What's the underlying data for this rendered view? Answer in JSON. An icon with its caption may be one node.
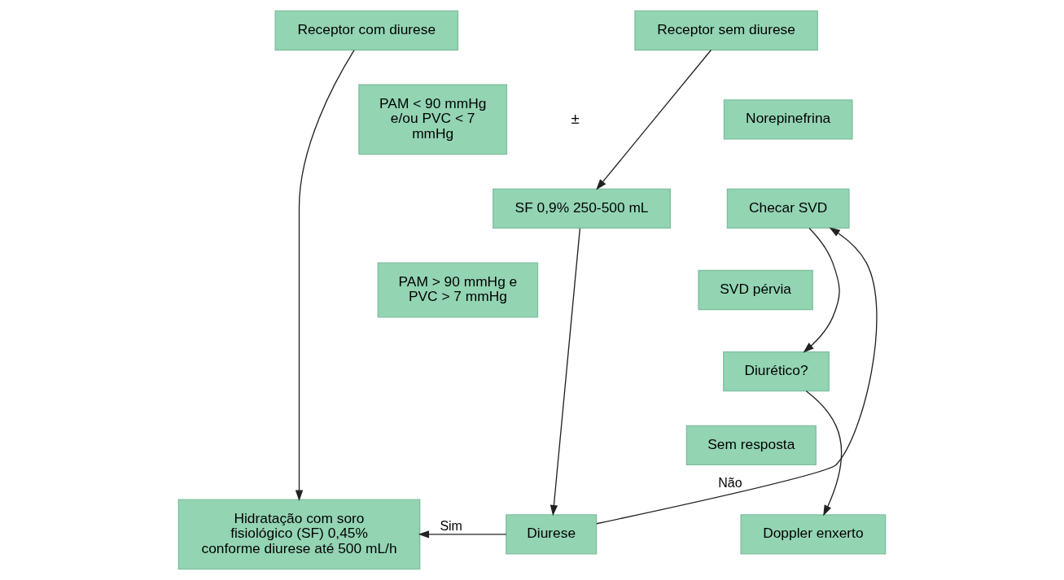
{
  "diagram": {
    "nodes": [
      {
        "text": [
          "Receptor com diurese"
        ]
      },
      {
        "text": [
          "Receptor sem diurese"
        ]
      },
      {
        "text": [
          "PAM < 90 mmHg e/ou PVC < 7 mmHg"
        ]
      },
      {
        "text": [
          "Norepinefrina"
        ]
      },
      {
        "text": [
          "SF 0,9% 250-500 mL"
        ]
      },
      {
        "text": [
          "Checar SVD"
        ]
      },
      {
        "text": [
          "SVD pérvia"
        ]
      },
      {
        "text": [
          "PAM > 90 mmHg e PVC > 7 mmHg"
        ]
      },
      {
        "text": [
          "Diurético?"
        ]
      },
      {
        "text": [
          "Sem resposta"
        ]
      },
      {
        "text": [
          "Hidratação com soro fisiológico (SF) 0,45% conforme diurese até 500 mL/h"
        ]
      },
      {
        "text": [
          "Diurese"
        ]
      },
      {
        "text": [
          "Doppler enxerto"
        ]
      }
    ],
    "edges": [
      {
        "from": 0,
        "to": 10,
        "arrow": "to"
      },
      {
        "from": 1,
        "to": 4,
        "arrow": "to"
      },
      {
        "from": 4,
        "to": 11,
        "arrow": "to"
      },
      {
        "from": 11,
        "to": 10,
        "arrow": "to",
        "label": "Sim"
      },
      {
        "from": 11,
        "to": 5,
        "arrow": "to",
        "label": "Não"
      },
      {
        "from": 5,
        "to": 8,
        "arrow": "to"
      },
      {
        "from": 8,
        "to": 12,
        "arrow": "to"
      }
    ],
    "labels": [
      "±"
    ]
  }
}
